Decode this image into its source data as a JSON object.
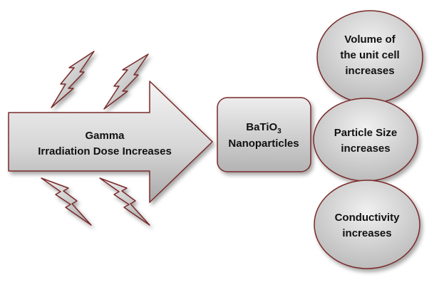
{
  "arrow": {
    "line1": "Gamma",
    "line2": "Irradiation Dose Increases"
  },
  "center_box": {
    "base": "BaTiO",
    "subscript": "3",
    "line2": "Nanoparticles"
  },
  "outcomes": [
    {
      "lines": [
        "Volume of",
        "the unit cell",
        "increases"
      ]
    },
    {
      "lines": [
        "Particle Size",
        "increases"
      ]
    },
    {
      "lines": [
        "Conductivity",
        "increases"
      ]
    }
  ],
  "colors": {
    "fill_light": "#ececec",
    "fill_dark": "#b4b4b4",
    "outline": "#7a2a2a",
    "text": "#111111"
  },
  "icons": {
    "radiation_bolt": "lightning-bolt-icon"
  }
}
